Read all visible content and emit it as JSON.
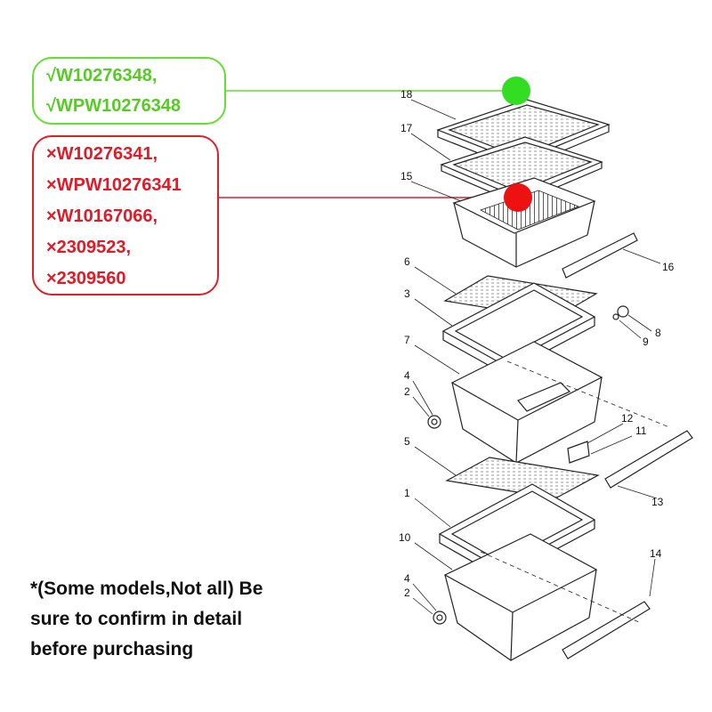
{
  "compatible": {
    "color": "#66dd33",
    "parts": [
      "√W10276348,",
      "√WPW10276348"
    ]
  },
  "incompatible": {
    "color": "#dd1f2a",
    "parts": [
      "×W10276341,",
      "×WPW10276341",
      "×W10167066,",
      "×2309523,",
      "×2309560"
    ]
  },
  "note": {
    "lines": [
      "*(Some models,Not all) Be",
      "sure to confirm in detail",
      "before purchasing"
    ]
  },
  "callouts": [
    "18",
    "17",
    "15",
    "16",
    "6",
    "3",
    "8",
    "9",
    "7",
    "4",
    "2",
    "12",
    "11",
    "5",
    "13",
    "1",
    "14",
    "10",
    "4",
    "2"
  ]
}
